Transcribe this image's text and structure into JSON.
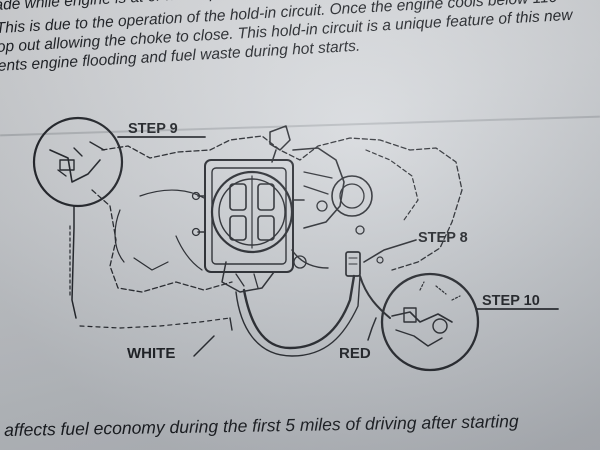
{
  "paragraph": {
    "line1": "ade while engine is at or near operating temperature, choke may begin to open as soo",
    "line2": "This is due to the operation of the hold-in circuit. Once the engine cools below 110",
    "line2_deg": "o",
    "line3": "op out allowing the choke to close. This hold-in circuit is a unique feature of this new",
    "line4": "ents engine flooding and fuel waste during hot starts."
  },
  "labels": {
    "step9": "STEP 9",
    "step8": "STEP 8",
    "step10": "STEP 10",
    "white": "WHITE",
    "red": "RED"
  },
  "bottom_text": "affects fuel economy during the first 5 miles of driving after starting"
}
